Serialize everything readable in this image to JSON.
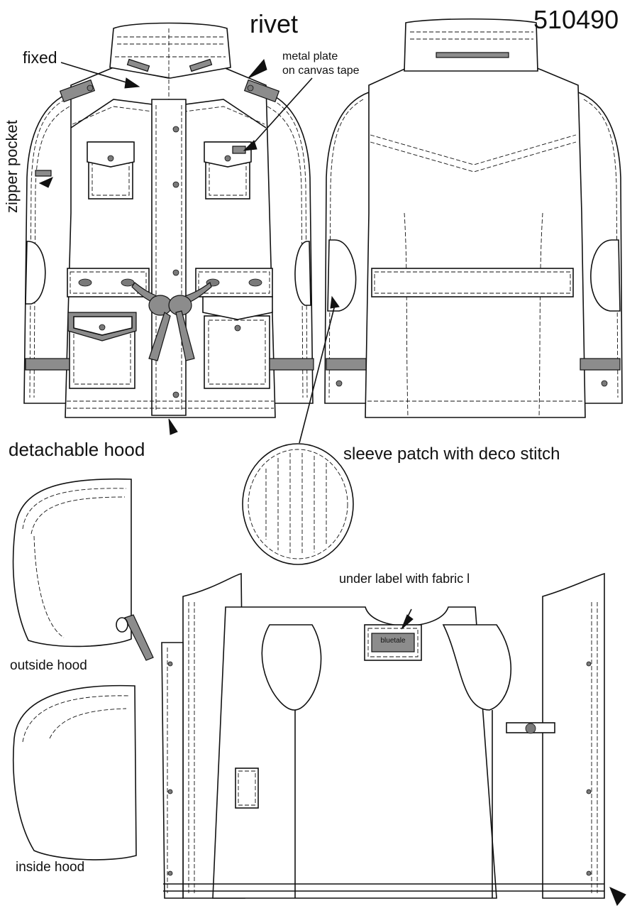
{
  "style_number": "510490",
  "callouts": {
    "rivet": "rivet",
    "fixed": "fixed",
    "metal_plate": [
      "metal plate",
      "on canvas tape"
    ],
    "zipper_pocket": "zipper pocket",
    "detachable_hood": "detachable hood",
    "sleeve_patch": "sleeve patch with deco stitch",
    "under_label": "under label with fabric l",
    "outside_hood": "outside hood",
    "inside_hood": "inside hood"
  },
  "label_brand": "bluetale",
  "colors": {
    "line": "#111111",
    "accent_gray": "#8c8c8c",
    "background": "#ffffff"
  }
}
